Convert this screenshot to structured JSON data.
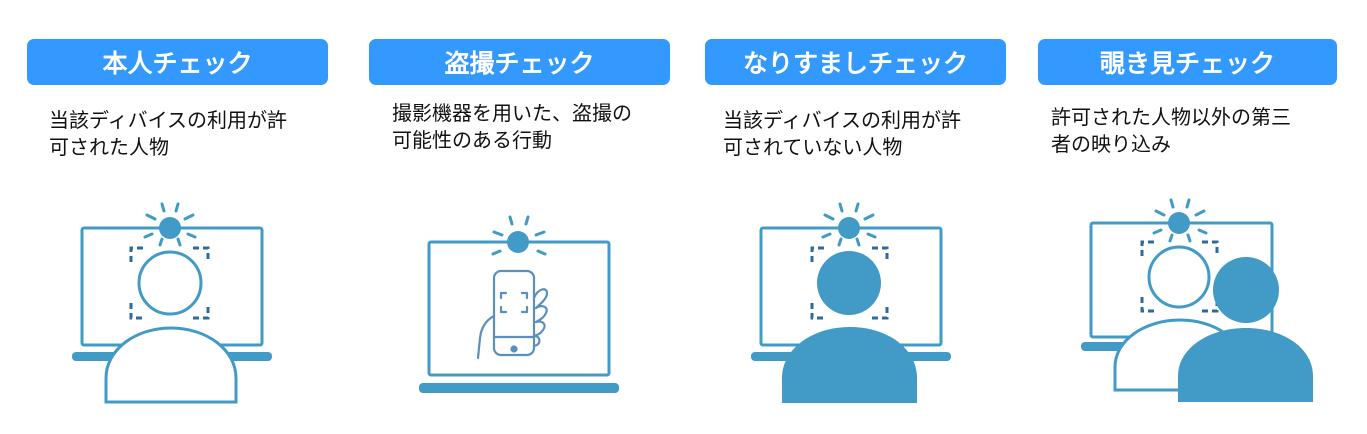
{
  "colors": {
    "header_bg": "#3399ff",
    "header_text": "#ffffff",
    "icon_stroke": "#429bc6",
    "frame_dashed": "#2d6aa0",
    "desc_text": "#111111"
  },
  "cards": [
    {
      "title": "本人チェック",
      "description_lines": [
        "当該ディバイスの利用が許",
        "可された人物"
      ],
      "icon": "authorized-person-icon"
    },
    {
      "title": "盗撮チェック",
      "description_lines": [
        "撮影機器を用いた、盗撮の",
        "可能性のある行動"
      ],
      "icon": "smartphone-camera-icon"
    },
    {
      "title": "なりすましチェック",
      "description_lines": [
        "当該ディバイスの利用が許",
        "可されていない人物"
      ],
      "icon": "impersonator-icon"
    },
    {
      "title": "覗き見チェック",
      "description_lines": [
        "許可された人物以外の第三",
        "者の映り込み"
      ],
      "icon": "shoulder-surfer-icon"
    }
  ]
}
